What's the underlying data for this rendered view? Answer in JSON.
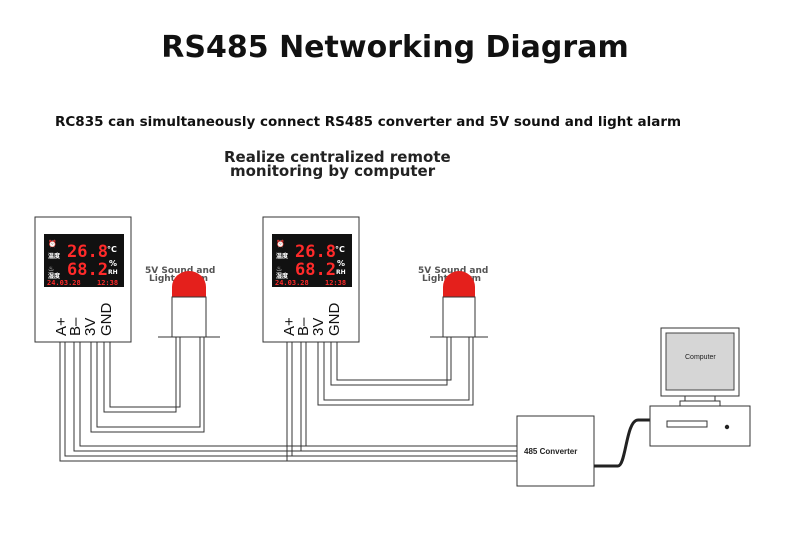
{
  "title": "RS485 Networking Diagram",
  "subtitle": "RC835 can simultaneously connect RS485 converter and 5V sound and light alarm",
  "remote_lines": [
    "Realize centralized remote",
    "monitoring by computer"
  ],
  "device": {
    "temp_value": "26.8",
    "temp_unit": "°C",
    "hum_value": "68.2",
    "hum_unit": "%",
    "hum_unit2": "RH",
    "date_text": "24.03.28",
    "time_text": "12:38",
    "temp_label": "温度",
    "hum_label": "湿度",
    "pins": [
      "A+",
      "B–",
      "3V",
      "GND"
    ]
  },
  "alarm": {
    "line1": "5V Sound and",
    "line2": "Light Alarm"
  },
  "converter": {
    "label": "485 Converter"
  },
  "computer": {
    "screen_label": "Computer"
  },
  "colors": {
    "alarm_red": "#e4201c",
    "display_bg": "#111111",
    "digit_red": "#ff2a2a"
  }
}
